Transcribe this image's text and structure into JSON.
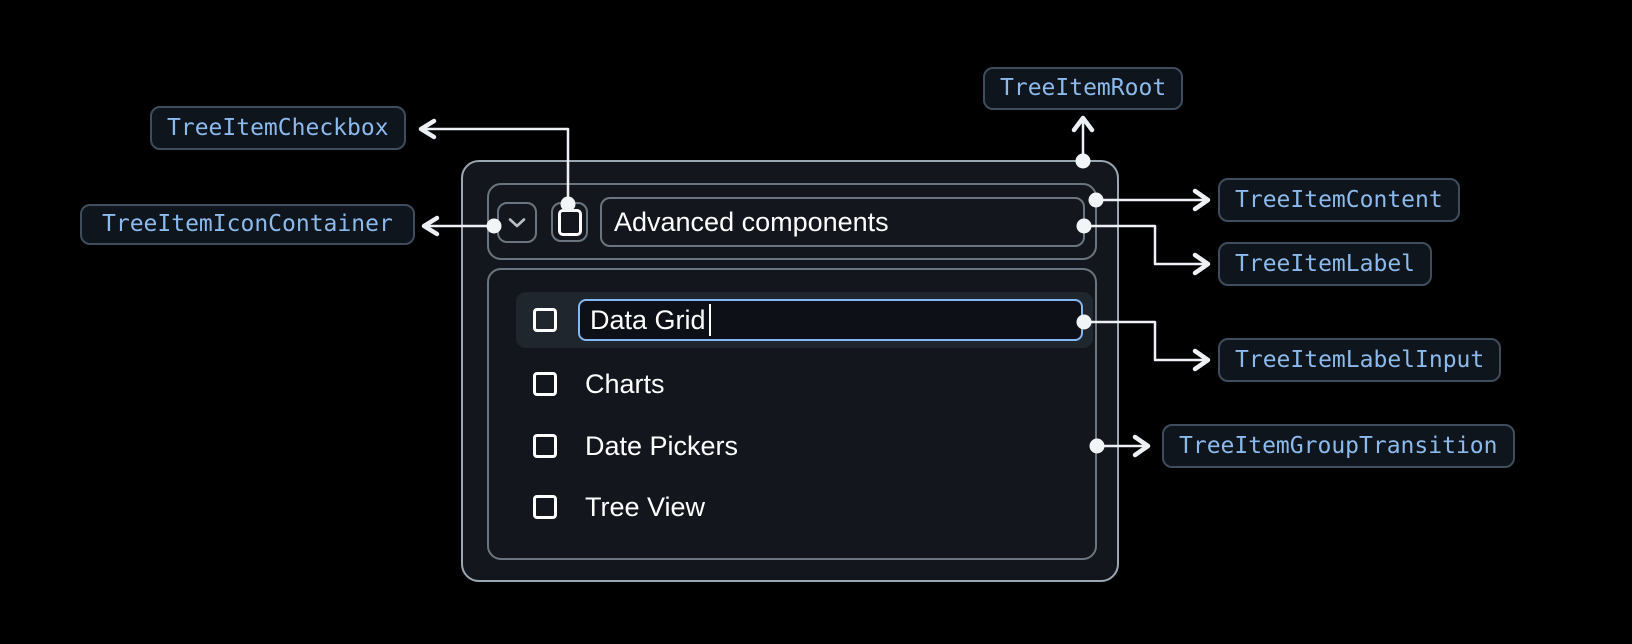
{
  "annotations": {
    "root": "TreeItemRoot",
    "checkbox": "TreeItemCheckbox",
    "icon_container": "TreeItemIconContainer",
    "content": "TreeItemContent",
    "label": "TreeItemLabel",
    "label_input": "TreeItemLabelInput",
    "group_transition": "TreeItemGroupTransition"
  },
  "tree_item": {
    "label": "Advanced components",
    "label_input_value": "Data Grid",
    "children": [
      "Charts",
      "Date Pickers",
      "Tree View"
    ]
  },
  "icons": {
    "expand_icon": "chevron-down",
    "checkbox_icon": "checkbox-unchecked"
  },
  "colors": {
    "annotation_text": "#8cbaec",
    "annotation_border": "#3e4c5c",
    "annotation_bg": "#0f151d",
    "connector": "#edf1f6",
    "panel_bg": "#13171d",
    "panel_border": "#9aa7b3",
    "inner_border": "#6b7580",
    "row_highlight": "#1f262e",
    "input_border": "#84b8f0",
    "text": "#ffffff"
  }
}
